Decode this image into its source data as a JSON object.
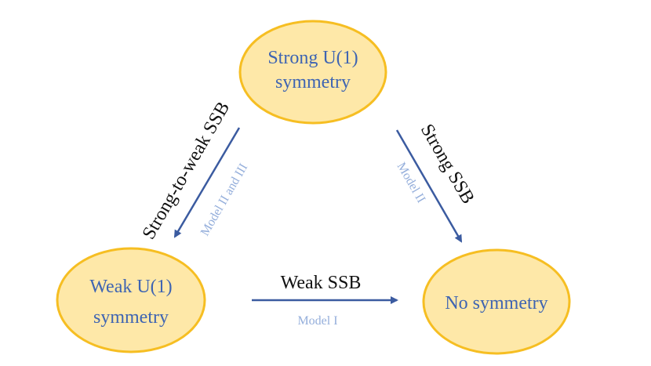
{
  "nodes": {
    "strong": {
      "line1": "Strong U(1)",
      "line2": "symmetry"
    },
    "weak": {
      "line1": "Weak U(1)",
      "line2": "symmetry"
    },
    "none": {
      "line1": "No symmetry"
    }
  },
  "edges": {
    "strong_to_weak": {
      "label": "Strong-to-weak  SSB",
      "model": "Model II and III"
    },
    "strong_to_none": {
      "label": "Strong SSB",
      "model": "Model II"
    },
    "weak_to_none": {
      "label": "Weak  SSB",
      "model": "Model I"
    }
  },
  "colors": {
    "node_fill": "#FEE8A8",
    "node_stroke": "#F6BE22",
    "node_text": "#3E64B2",
    "arrow": "#3B5BA0",
    "edge_label": "#111111",
    "model_label": "#94AEDB"
  }
}
